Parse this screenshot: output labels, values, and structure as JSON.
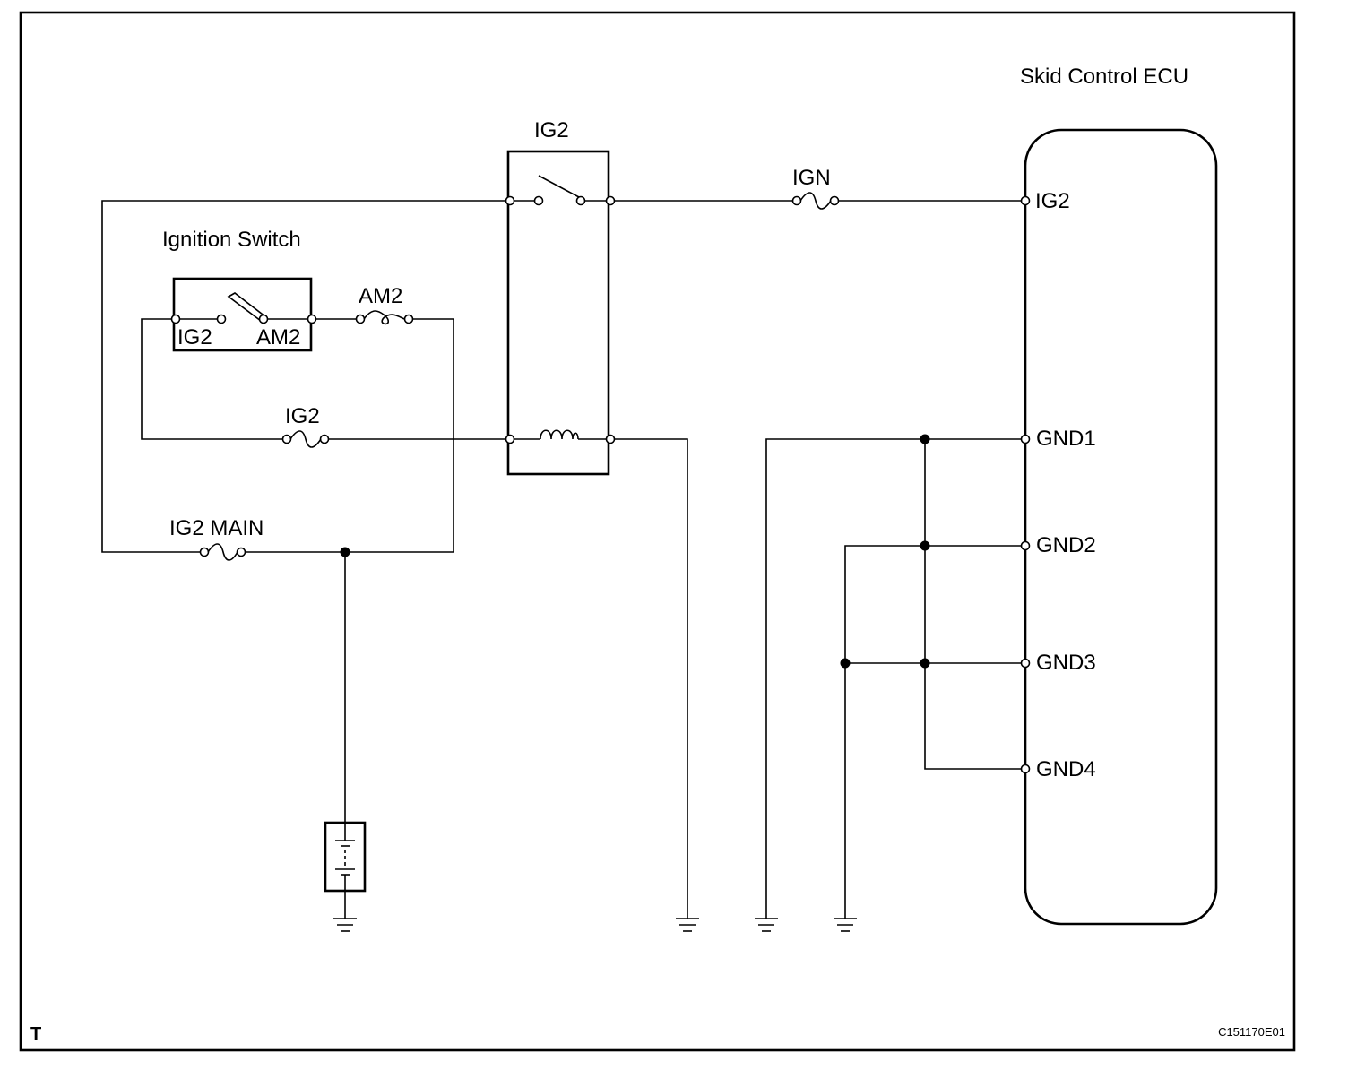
{
  "diagram": {
    "components": {
      "ecu": {
        "title": "Skid Control ECU",
        "pins": [
          "IG2",
          "GND1",
          "GND2",
          "GND3",
          "GND4"
        ]
      },
      "ig2_relay": {
        "label": "IG2"
      },
      "ignition_switch": {
        "label": "Ignition Switch",
        "terminal_left": "IG2",
        "terminal_right": "AM2"
      },
      "fuses": {
        "ign": "IGN",
        "am2": "AM2",
        "ig2": "IG2",
        "ig2_main": "IG2 MAIN"
      }
    },
    "footer": {
      "corner_mark": "T",
      "code": "C151170E01"
    }
  }
}
